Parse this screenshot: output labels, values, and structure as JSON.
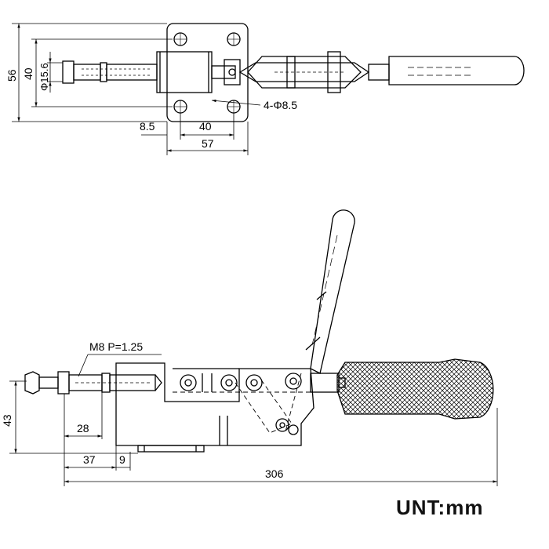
{
  "top_view": {
    "dims": {
      "height_56": "56",
      "height_40": "40",
      "diameter_15_6": "Φ15.6",
      "holes_note": "4-Φ8.5",
      "offset_8_5": "8.5",
      "spacing_40": "40",
      "width_57": "57"
    }
  },
  "side_view": {
    "dims": {
      "thread": "M8 P=1.25",
      "height_43": "43",
      "length_28": "28",
      "length_37": "37",
      "length_9": "9",
      "overall_306": "306"
    }
  },
  "unit_label": "UNT:mm"
}
